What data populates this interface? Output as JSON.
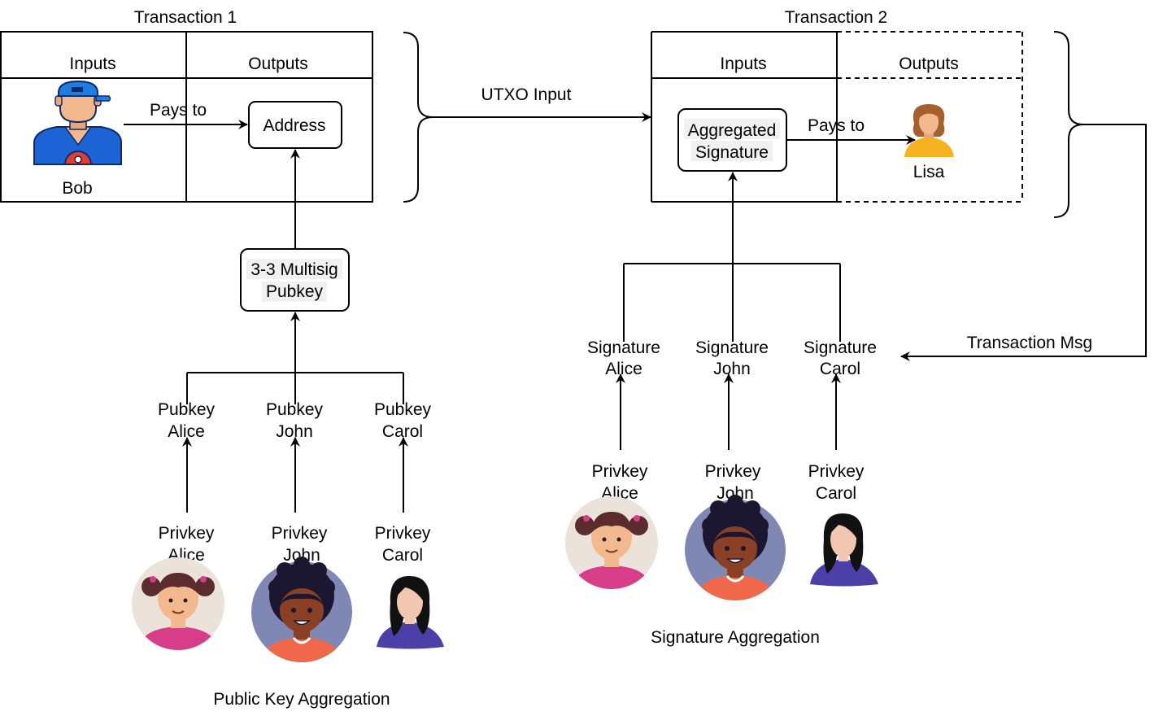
{
  "transaction1": {
    "title": "Transaction 1",
    "inputs_header": "Inputs",
    "outputs_header": "Outputs",
    "payer": "Bob",
    "pays_to": "Pays to",
    "address": "Address"
  },
  "transaction2": {
    "title": "Transaction 2",
    "inputs_header": "Inputs",
    "outputs_header": "Outputs",
    "aggregated_line1": "Aggregated",
    "aggregated_line2": "Signature",
    "pays_to": "Pays to",
    "payee": "Lisa"
  },
  "utxo_input": "UTXO Input",
  "transaction_msg": "Transaction Msg",
  "multisig": {
    "line1": "3-3 Multisig",
    "line2": "Pubkey"
  },
  "public_key_aggregation": {
    "caption": "Public Key Aggregation",
    "pubkeys": [
      {
        "line1": "Pubkey",
        "line2": "Alice"
      },
      {
        "line1": "Pubkey",
        "line2": "John"
      },
      {
        "line1": "Pubkey",
        "line2": "Carol"
      }
    ],
    "privkeys": [
      {
        "line1": "Privkey",
        "line2": "Alice"
      },
      {
        "line1": "Privkey",
        "line2": "John"
      },
      {
        "line1": "Privkey",
        "line2": "Carol"
      }
    ]
  },
  "signature_aggregation": {
    "caption": "Signature Aggregation",
    "signatures": [
      {
        "line1": "Signature",
        "line2": "Alice"
      },
      {
        "line1": "Signature",
        "line2": "John"
      },
      {
        "line1": "Signature",
        "line2": "Carol"
      }
    ],
    "privkeys": [
      {
        "line1": "Privkey",
        "line2": "Alice"
      },
      {
        "line1": "Privkey",
        "line2": "John"
      },
      {
        "line1": "Privkey",
        "line2": "Carol"
      }
    ]
  },
  "icons": {
    "bob": "bob-avatar-icon",
    "lisa": "lisa-avatar-icon",
    "alice": "alice-avatar-icon",
    "john": "john-avatar-icon",
    "carol": "carol-avatar-icon"
  },
  "colors": {
    "bob_cap": "#1e7de0",
    "bob_shirt": "#1c63d6",
    "skin_light": "#f2b98f",
    "lisa_shirt": "#f6b220",
    "lisa_hair": "#a5602e",
    "avatar_bg": "#ebe3da",
    "alice_shirt": "#d83d8a",
    "alice_hair": "#5b2c2e",
    "john_bg": "#7f88b5",
    "john_shirt": "#f0684a",
    "john_skin": "#8a4025",
    "carol_shirt": "#4a40a8",
    "carol_hair": "#111111"
  }
}
